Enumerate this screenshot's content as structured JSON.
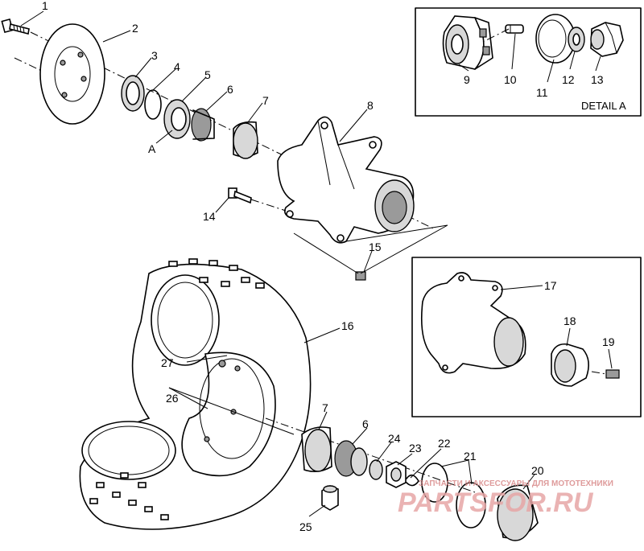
{
  "callouts": {
    "c1": "1",
    "c2": "2",
    "c3": "3",
    "c4": "4",
    "c5": "5",
    "c5a": "A",
    "c6": "6",
    "c7": "7",
    "c8": "8",
    "c9": "9",
    "c10": "10",
    "c11": "11",
    "c12": "12",
    "c13": "13",
    "c14": "14",
    "c15": "15",
    "c16": "16",
    "c17": "17",
    "c18": "18",
    "c19": "19",
    "c20": "20",
    "c21": "21",
    "c22": "22",
    "c23": "23",
    "c24": "24",
    "c25": "25",
    "c26": "26",
    "c27": "27",
    "c6b": "6",
    "c7b": "7"
  },
  "detail_label": "DETAIL A",
  "watermark": {
    "tagline": "ЗАПЧАСТИ И АКСЕССУАРЫ ДЛЯ МОТОТЕХНИКИ",
    "brand": "PARTSFOR.RU"
  },
  "colors": {
    "line": "#000000",
    "watermark": "#e7a6a6"
  }
}
